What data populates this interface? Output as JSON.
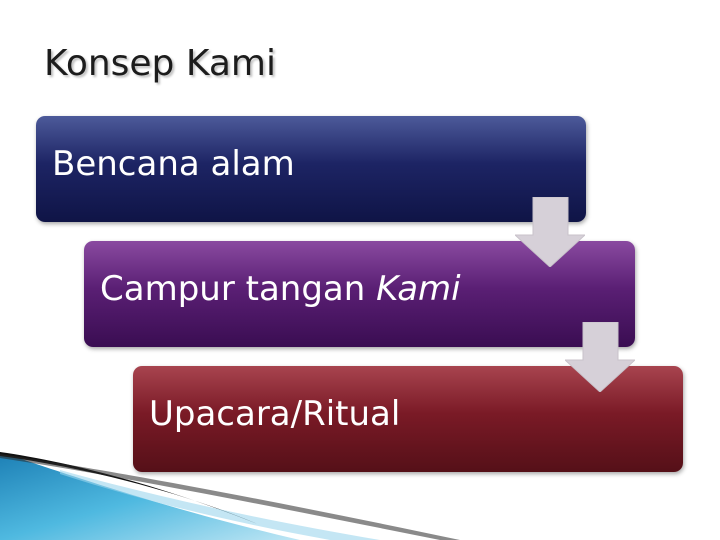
{
  "slide": {
    "title": "Konsep Kami"
  },
  "diagram": {
    "steps": [
      {
        "label": "Bencana alam",
        "label_italic": "",
        "color": "#1d2464"
      },
      {
        "label": "Campur tangan ",
        "label_italic": "Kami",
        "color": "#5a1f74"
      },
      {
        "label": "Upacara/Ritual",
        "label_italic": "",
        "color": "#7a1a26"
      }
    ]
  },
  "colors": {
    "arrow_fill": "#d6d0d8",
    "decoration_blue": "#3aa7d4"
  }
}
